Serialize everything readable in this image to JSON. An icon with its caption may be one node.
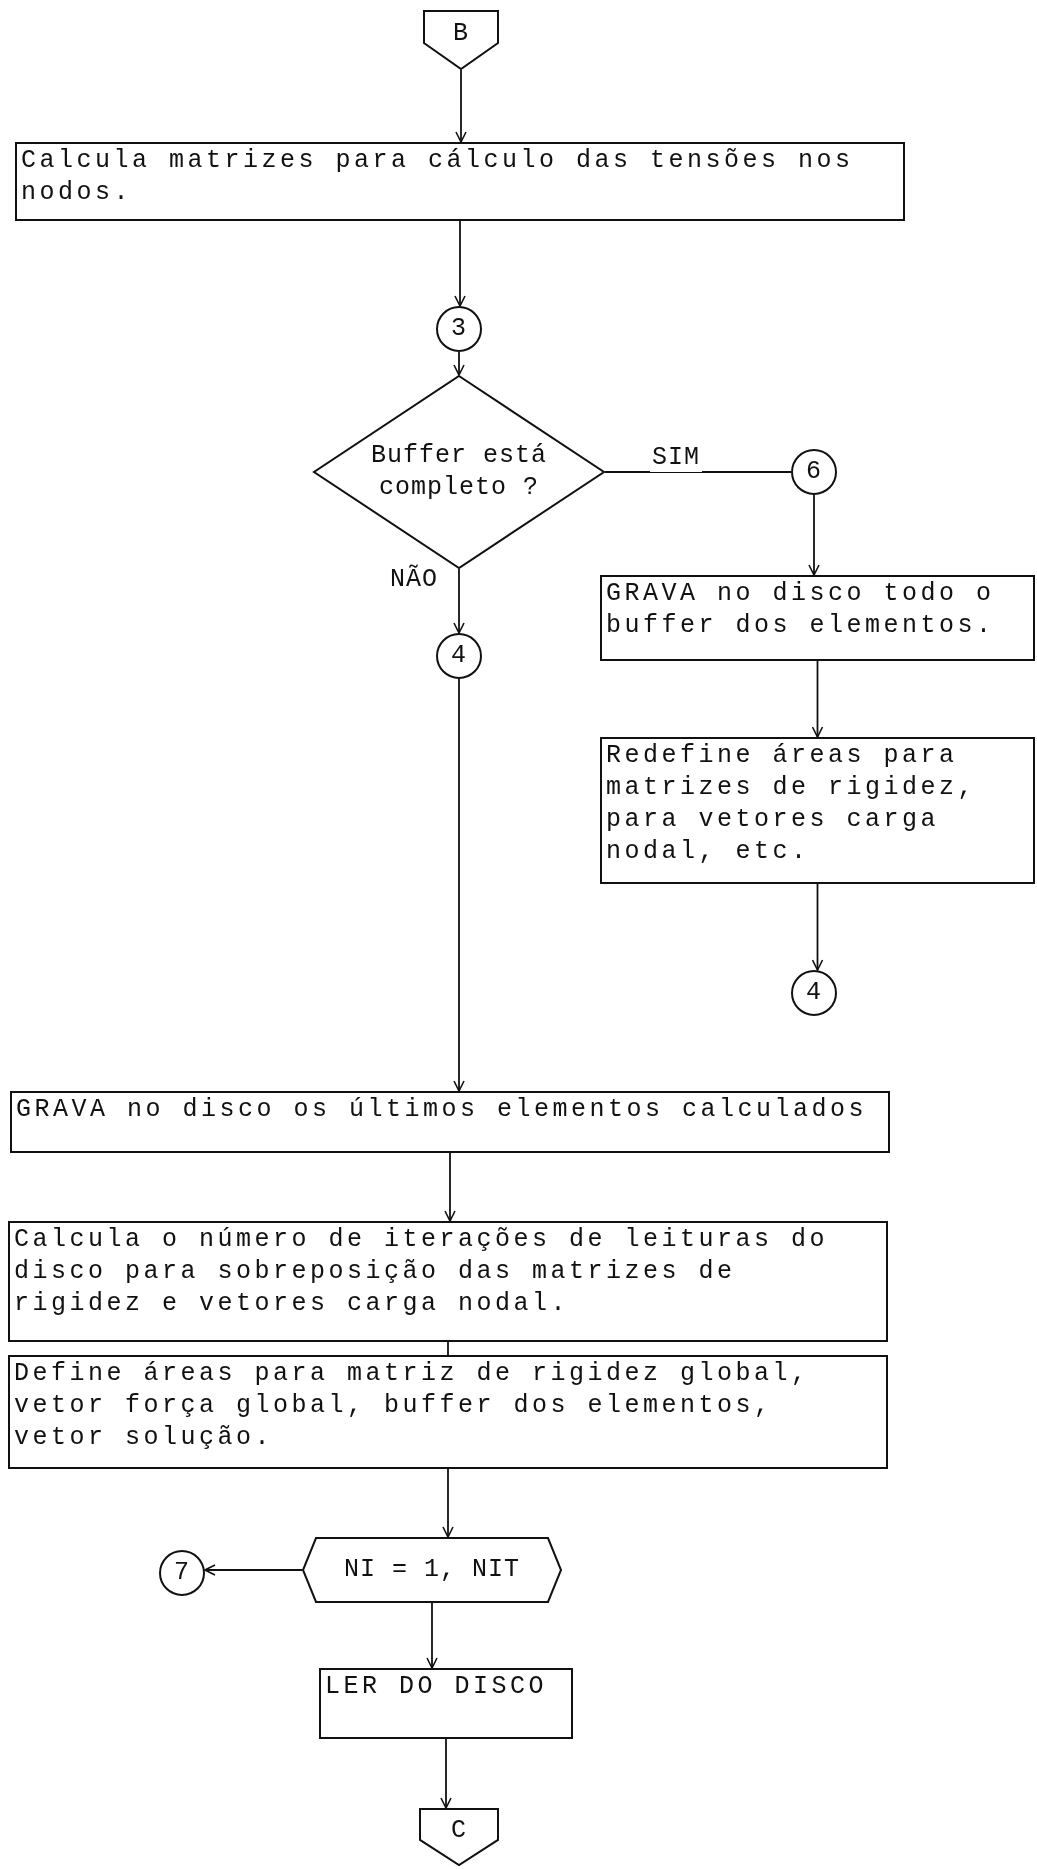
{
  "diagram": {
    "nodes": [
      {
        "text": [
          "B"
        ]
      },
      {
        "text": [
          "Calcula matrizes para cálculo das tensões nos nodos."
        ]
      },
      {
        "text": [
          "3"
        ]
      },
      {
        "text": [
          "Buffer está completo ?"
        ]
      },
      {
        "text": [
          "6"
        ]
      },
      {
        "text": [
          "4"
        ]
      },
      {
        "text": [
          "GRAVA no disco todo o buffer dos elementos."
        ]
      },
      {
        "text": [
          "Redefine áreas para matrizes de rigidez, para vetores carga nodal, etc."
        ]
      },
      {
        "text": [
          "4"
        ]
      },
      {
        "text": [
          "GRAVA no disco os últimos elementos calculados"
        ]
      },
      {
        "text": [
          "Calcula o número de iterações de leituras do disco para sobreposição das matrizes de rigidez e vetores carga nodal."
        ]
      },
      {
        "text": [
          "Define áreas para matriz de rigidez global, vetor força global, buffer dos elementos, vetor solução."
        ]
      },
      {
        "text": [
          "NI = 1, NIT"
        ]
      },
      {
        "text": [
          "7"
        ]
      },
      {
        "text": [
          "LER DO DISCO"
        ]
      },
      {
        "text": [
          "C"
        ]
      }
    ],
    "edges": [
      {
        "from": 0,
        "to": 1,
        "arrow": "to"
      },
      {
        "from": 1,
        "to": 2,
        "arrow": "to"
      },
      {
        "from": 2,
        "to": 3,
        "arrow": "to"
      },
      {
        "from": 3,
        "to": 4,
        "arrow": "none",
        "label": "SIM"
      },
      {
        "from": 3,
        "to": 5,
        "arrow": "to",
        "label": "NÃO"
      },
      {
        "from": 4,
        "to": 6,
        "arrow": "to"
      },
      {
        "from": 6,
        "to": 7,
        "arrow": "to"
      },
      {
        "from": 7,
        "to": 8,
        "arrow": "to"
      },
      {
        "from": 5,
        "to": 9,
        "arrow": "to"
      },
      {
        "from": 9,
        "to": 10,
        "arrow": "to"
      },
      {
        "from": 10,
        "to": 11,
        "arrow": "none"
      },
      {
        "from": 11,
        "to": 12,
        "arrow": "to"
      },
      {
        "from": 12,
        "to": 13,
        "arrow": "to"
      },
      {
        "from": 12,
        "to": 14,
        "arrow": "to"
      },
      {
        "from": 14,
        "to": 15,
        "arrow": "to"
      }
    ]
  }
}
